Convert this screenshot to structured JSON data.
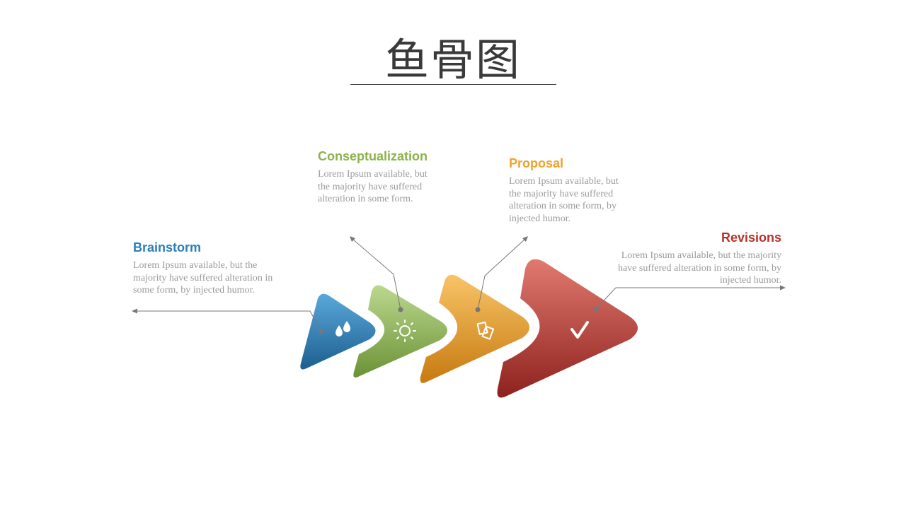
{
  "title": "鱼骨图",
  "colors": {
    "blue": "#2a7fb8",
    "green": "#8ab34a",
    "orange": "#f0a22a",
    "red": "#b8312c",
    "text_grey": "#9a9a9a",
    "connector": "#777777"
  },
  "stages": [
    {
      "heading": "Brainstorm",
      "body": "Lorem Ipsum available, but the majority have suffered alteration in some form, by injected humor.",
      "icon": "water-drops-icon"
    },
    {
      "heading": "Conseptualization",
      "body": "Lorem Ipsum available, but the majority have suffered alteration in some form.",
      "icon": "sun-icon"
    },
    {
      "heading": "Proposal",
      "body": "Lorem Ipsum available, but the majority have suffered alteration in some form, by injected humor.",
      "icon": "documents-icon"
    },
    {
      "heading": "Revisions",
      "body": "Lorem Ipsum available, but the majority have suffered alteration in some form, by injected humor.",
      "icon": "checkmark-icon"
    }
  ]
}
